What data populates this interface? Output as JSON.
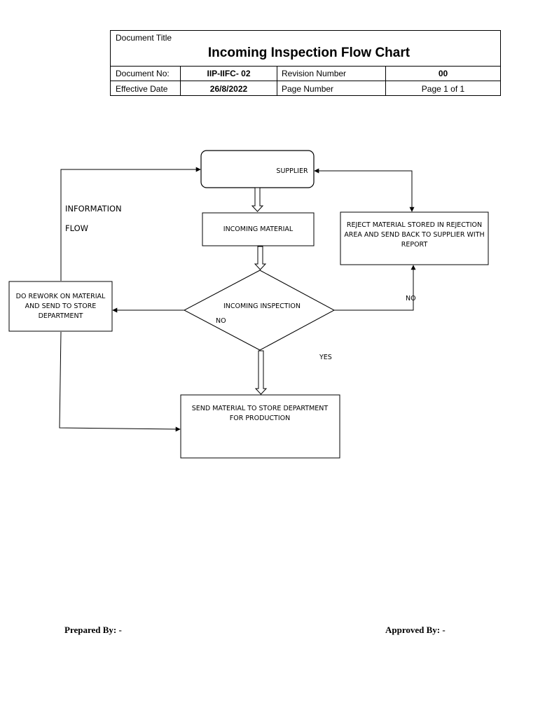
{
  "header": {
    "title_label": "Document Title",
    "title": "Incoming Inspection Flow Chart",
    "rows": [
      [
        "Document No:",
        "IIP-IIFC- 02",
        "Revision Number",
        "00"
      ],
      [
        "Effective Date",
        "26/8/2022",
        "Page Number",
        "Page 1 of 1"
      ]
    ]
  },
  "flow": {
    "supplier": "SUPPLIER",
    "incoming_material": "INCOMING MATERIAL",
    "reject": "REJECT MATERIAL STORED IN REJECTION AREA AND SEND BACK TO SUPPLIER WITH REPORT",
    "rework": "DO REWORK ON MATERIAL AND SEND TO STORE DEPARTMENT",
    "inspection": "INCOMING INSPECTION",
    "send_store": "SEND MATERIAL TO STORE DEPARTMENT FOR PRODUCTION",
    "no_left": "NO",
    "no_right": "NO",
    "yes": "YES",
    "info_line1": "INFORMATION",
    "info_line2": "FLOW"
  },
  "footer": {
    "prepared": "Prepared By: -",
    "approved": "Approved By: -"
  }
}
